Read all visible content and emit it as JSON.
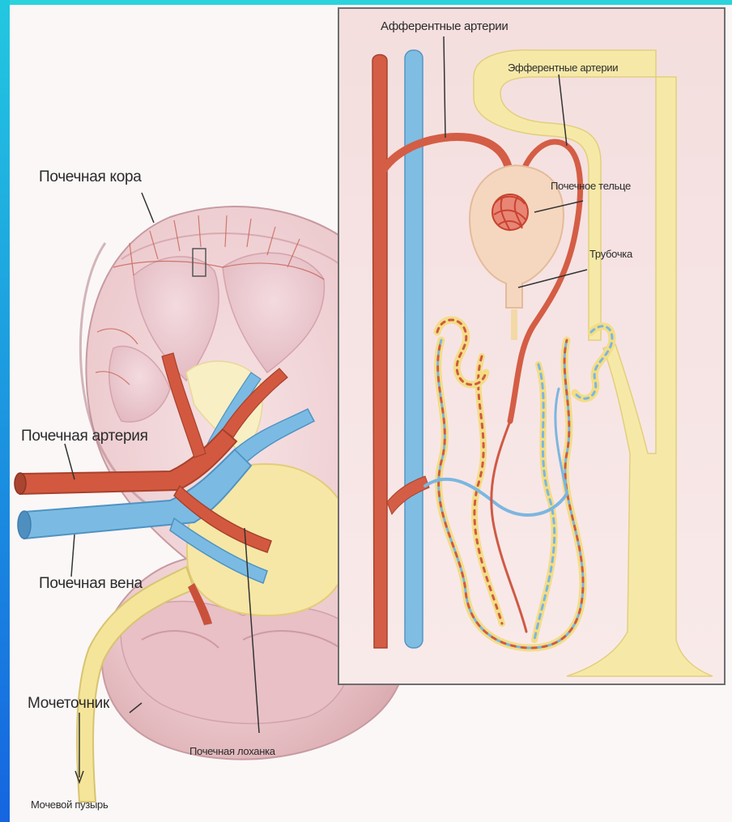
{
  "labels": {
    "renal_cortex": "Почечная кора",
    "renal_artery": "Почечная артерия",
    "renal_vein": "Почечная вена",
    "ureter": "Мочеточник",
    "bladder": "Мочевой пузырь",
    "renal_pelvis": "Почечная лоханка",
    "afferent_arteries": "Афферентные артерии",
    "efferent_arteries": "Эфферентные артерии",
    "glomerulus": "Почечное тельце",
    "tubule": "Трубочка"
  },
  "colors": {
    "border_top": "#2bd3dc",
    "border_left_top": "#22c8e0",
    "border_left_bottom": "#1565e0",
    "artery": "#d2593f",
    "vein": "#6fb3de",
    "tubule": "#f4e59a",
    "kidney_tissue": "#ecc9cd",
    "inset_background": "#f7e4e4",
    "inset_border": "#6e6e6e"
  }
}
